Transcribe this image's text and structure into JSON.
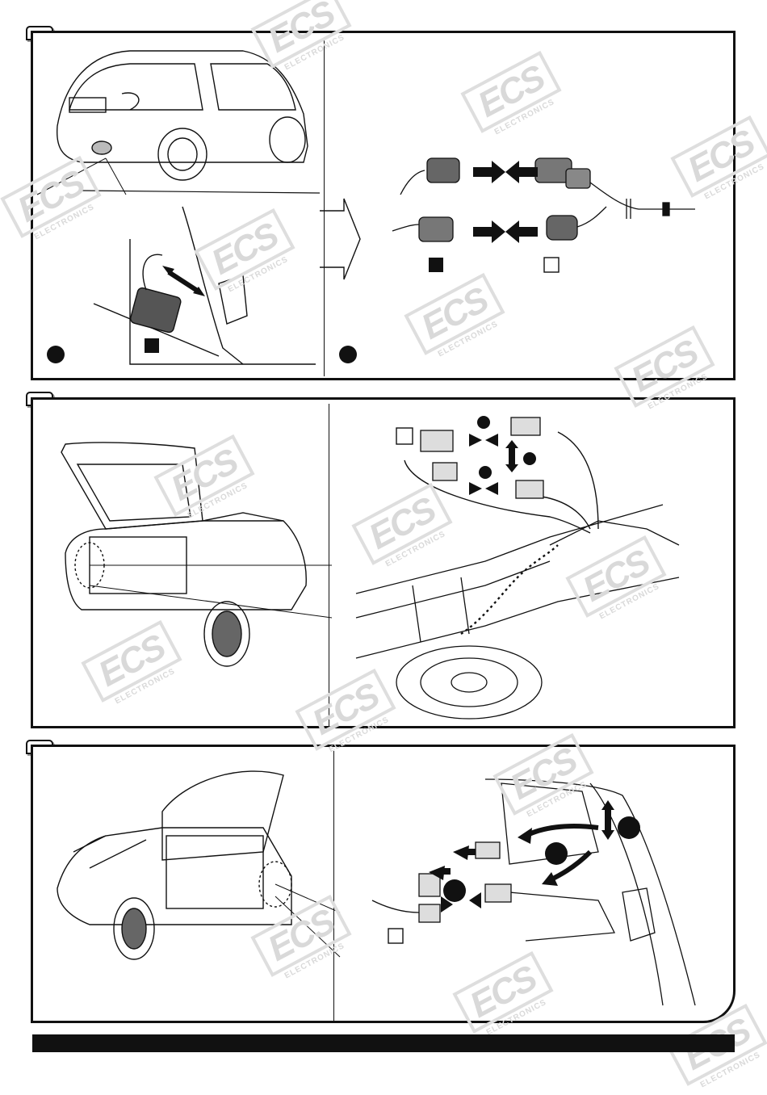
{
  "watermark": {
    "brand": "ECS",
    "tagline": "ELECTRONICS"
  },
  "colors": {
    "line": "#111111",
    "watermark": "#d9d9d9",
    "background": "#ffffff"
  },
  "icons": {
    "step_markers": [
      "filled-circle-marker",
      "filled-square-marker",
      "hollow-square-marker"
    ],
    "arrows": [
      "double-arrow-icon",
      "right-arrow-icon",
      "left-arrow-icon",
      "dotted-routing-arrow-icon"
    ]
  }
}
